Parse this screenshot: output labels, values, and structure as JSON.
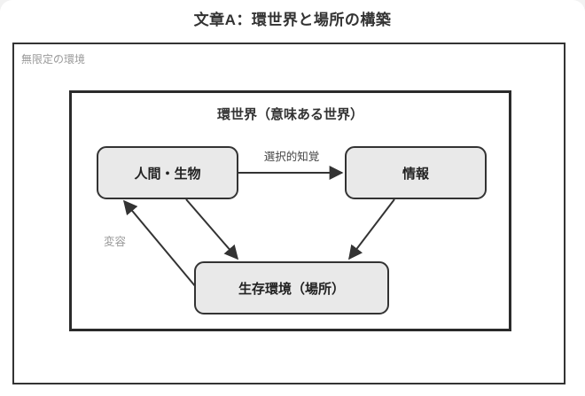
{
  "title": "文章A：環世界と場所の構築",
  "diagram": {
    "outer_label": "無限定の環境",
    "inner_title": "環世界（意味ある世界）",
    "nodes": [
      {
        "id": "human",
        "label": "人間・生物"
      },
      {
        "id": "information",
        "label": "情報"
      },
      {
        "id": "environment",
        "label": "生存環境（場所）"
      }
    ],
    "edges": [
      {
        "from": "人間・生物",
        "to": "情報",
        "label": "選択的知覚",
        "direction": "one-way"
      },
      {
        "from": "人間・生物",
        "to": "生存環境（場所）",
        "label": "",
        "direction": "one-way"
      },
      {
        "from": "生存環境（場所）",
        "to": "人間・生物",
        "label": "変容",
        "direction": "one-way"
      },
      {
        "from": "情報",
        "to": "生存環境（場所）",
        "label": "",
        "direction": "one-way"
      }
    ],
    "colors": {
      "node_fill": "#e9e9e9",
      "line": "#333333",
      "text": "#333333",
      "muted_text": "#999999",
      "background": "#ffffff"
    }
  }
}
